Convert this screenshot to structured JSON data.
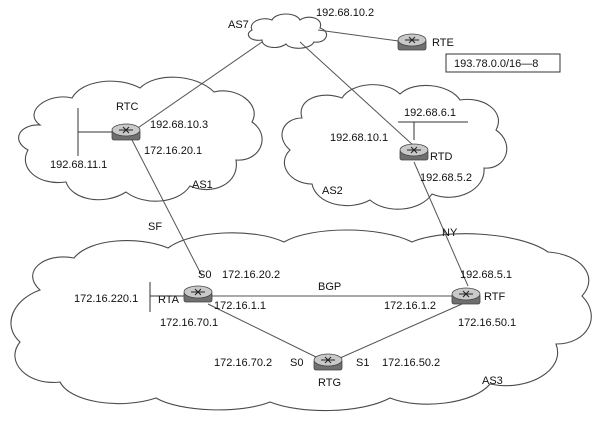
{
  "autonomous_systems": {
    "as7": "AS7",
    "as1": "AS1",
    "as2": "AS2",
    "as3": "AS3"
  },
  "routers": {
    "rte": "RTE",
    "rtc": "RTC",
    "rtd": "RTD",
    "rta": "RTA",
    "rtf": "RTF",
    "rtg": "RTG"
  },
  "addresses": {
    "as7_rte_top": "192.68.10.2",
    "rte_prefix": "193.78.0.0/16—8",
    "rtc_as7": "192.68.10.3",
    "rtc_rta": "172.16.20.1",
    "rtc_lan": "192.68.11.1",
    "rtd_lan": "192.68.6.1",
    "rtd_as7": "192.68.10.1",
    "rtd_rtf": "192.68.5.2",
    "rta_s0": "172.16.20.2",
    "rta_lan": "172.16.220.1",
    "rta_rtf": "172.16.1.1",
    "rta_rtg": "172.16.70.1",
    "rtf_rtd": "192.68.5.1",
    "rtf_rta": "172.16.1.2",
    "rtf_rtg": "172.16.50.1",
    "rtg_s0": "172.16.70.2",
    "rtg_s1": "172.16.50.2"
  },
  "link_labels": {
    "sf": "SF",
    "ny": "NY",
    "bgp": "BGP"
  },
  "interfaces": {
    "rta_s0": "S0",
    "rtg_s0": "S0",
    "rtg_s1": "S1"
  }
}
